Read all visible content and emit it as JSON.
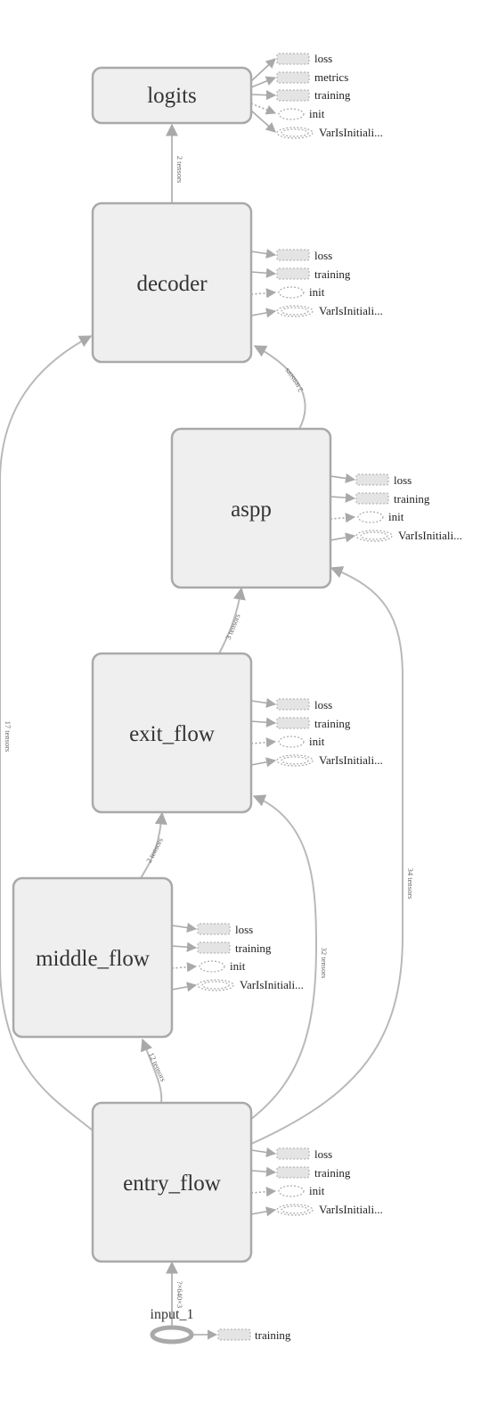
{
  "nodes": {
    "logits": "logits",
    "decoder": "decoder",
    "aspp": "aspp",
    "exit_flow": "exit_flow",
    "middle_flow": "middle_flow",
    "entry_flow": "entry_flow",
    "input": "input_1"
  },
  "edges": {
    "decoder_to_logits": "2 tensors",
    "aspp_to_decoder": "2 tensors",
    "exit_to_aspp": "3 tensors",
    "middle_to_exit": "2 tensors",
    "entry_to_middle": "12 tensors",
    "entry_to_decoder": "17 tensors",
    "entry_to_exit": "32 tensors",
    "entry_to_aspp": "34 tensors",
    "input_to_entry": "?×640×3"
  },
  "aux": {
    "loss": "loss",
    "metrics": "metrics",
    "training": "training",
    "init": "init",
    "varinit": "VarIsInitiali..."
  }
}
